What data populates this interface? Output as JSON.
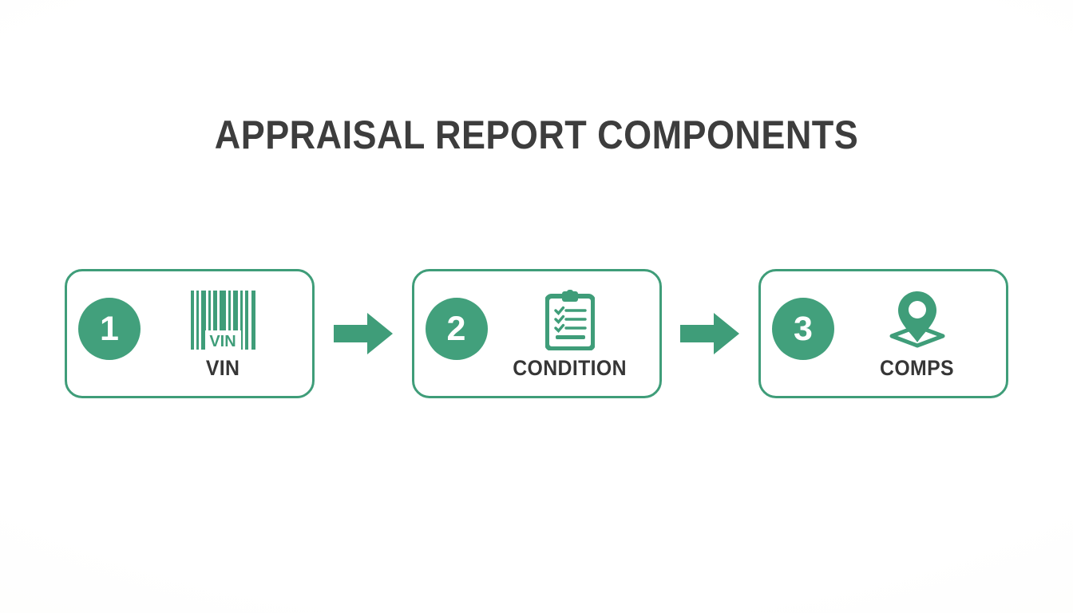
{
  "page": {
    "title": "APPRAISAL REPORT COMPONENTS",
    "background_color": "#fdfdfc"
  },
  "theme": {
    "accent_green": "#3f9d79",
    "circle_green": "#42a07c",
    "label_color": "#363636",
    "title_color": "#3d3d3d",
    "card_background": "#ffffff"
  },
  "flow": {
    "steps": [
      {
        "number": "1",
        "label": "VIN",
        "icon": "barcode-icon",
        "icon_text": "VIN"
      },
      {
        "number": "2",
        "label": "CONDITION",
        "icon": "clipboard-checklist-icon",
        "icon_text": ""
      },
      {
        "number": "3",
        "label": "COMPS",
        "icon": "map-pin-location-icon",
        "icon_text": ""
      }
    ],
    "connectors": [
      {
        "icon": "arrow-right-icon"
      },
      {
        "icon": "arrow-right-icon"
      }
    ]
  }
}
